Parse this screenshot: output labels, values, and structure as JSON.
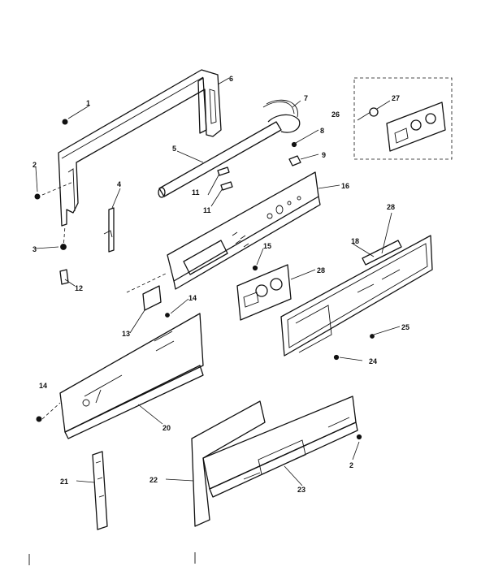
{
  "callouts": {
    "c1": "1",
    "c2a": "2",
    "c2b": "2",
    "c3": "3",
    "c4": "4",
    "c5": "5",
    "c7": "7",
    "c8": "8",
    "c9": "9",
    "c11a": "11",
    "c11b": "11",
    "c12": "12",
    "c13": "13",
    "c14a": "14",
    "c14b": "14",
    "c15": "15",
    "c16": "16",
    "c18": "18",
    "c20": "20",
    "c21": "21",
    "c22": "22",
    "c23": "23",
    "c24": "24",
    "c25": "25",
    "c26": "26",
    "c27": "27",
    "c28": "28",
    "c28b": "28",
    "c6": "6"
  },
  "colors": {
    "ink": "#111111",
    "paper": "#ffffff"
  }
}
